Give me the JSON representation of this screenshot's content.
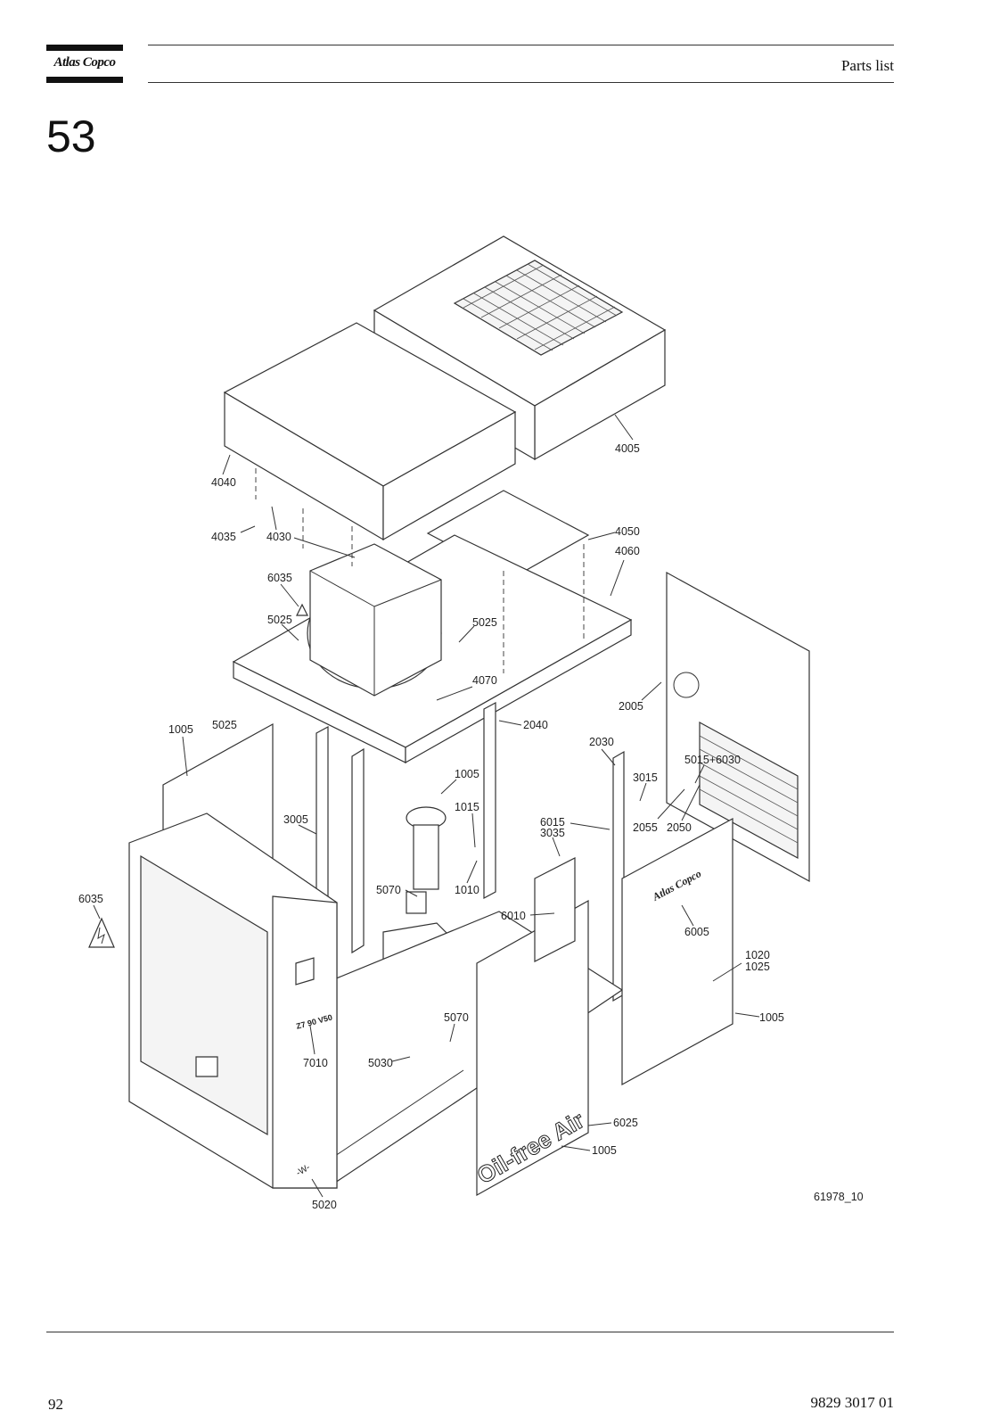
{
  "header": {
    "logo_text": "Atlas Copco",
    "section_title": "Parts list"
  },
  "chapter_number": "53",
  "drawing": {
    "figure_id": "61978_10",
    "callouts": {
      "c4005": "4005",
      "c4040": "4040",
      "c4035": "4035",
      "c4030": "4030",
      "c4050": "4050",
      "c4060": "4060",
      "c6035a": "6035",
      "c5025a": "5025",
      "c5025b": "5025",
      "c4070": "4070",
      "c2005": "2005",
      "c2040": "2040",
      "c2030": "2030",
      "c1005a": "1005",
      "c5025c": "5025",
      "c1005b": "1005",
      "c5015_6030": "5015+6030",
      "c3015": "3015",
      "c1015": "1015",
      "c3005": "3005",
      "c6015": "6015",
      "c3035": "3035",
      "c2055": "2055",
      "c2050": "2050",
      "c6035b": "6035",
      "c5070a": "5070",
      "c1010": "1010",
      "c6010": "6010",
      "c6005": "6005",
      "c1020": "1020",
      "c1025": "1025",
      "c5070b": "5070",
      "c1005c": "1005",
      "c7010": "7010",
      "c5030": "5030",
      "c6025": "6025",
      "c1005d": "1005",
      "c5020": "5020"
    },
    "panel_texts": {
      "door_logo": "Atlas Copco",
      "door_slogan": "Oil-free Air",
      "frame_marking": "Z7 90 V50",
      "side_marking": "-W-"
    }
  },
  "footer": {
    "page_number": "92",
    "doc_number": "9829 3017 01"
  }
}
